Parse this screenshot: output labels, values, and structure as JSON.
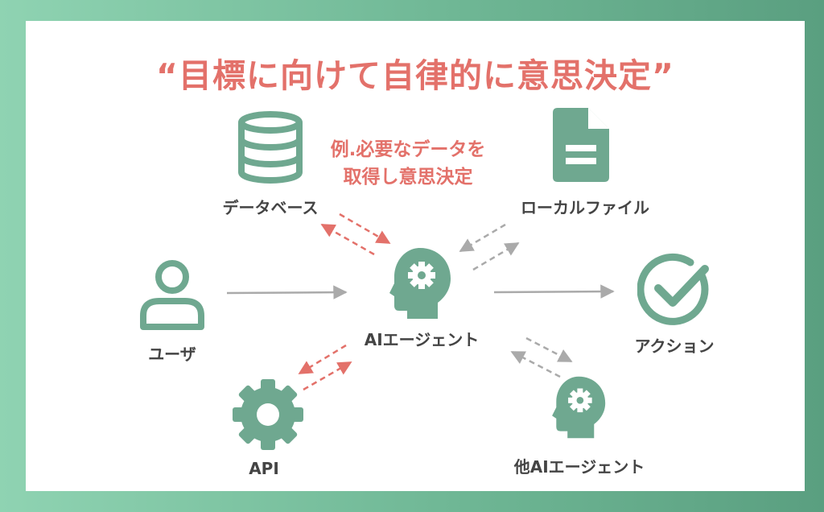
{
  "title": "“目標に向けて自律的に意思決定”",
  "note": {
    "line1": "例.必要なデータを",
    "line2": "取得し意思決定"
  },
  "nodes": {
    "database": "データベース",
    "local_file": "ローカルファイル",
    "user": "ユーザ",
    "agent": "AIエージェント",
    "action": "アクション",
    "api": "API",
    "other_agent": "他AIエージェント"
  },
  "colors": {
    "accent": "#e3716a",
    "icon": "#6fa890",
    "arrow_gray": "#aaaaaa",
    "frame": "#7cc4a2"
  }
}
